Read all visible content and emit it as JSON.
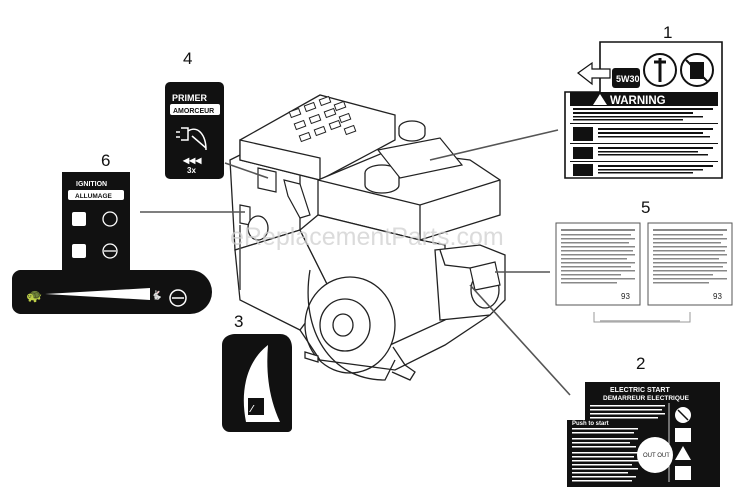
{
  "watermark": "eReplacementParts.com",
  "callouts": [
    {
      "id": "1",
      "label": "1"
    },
    {
      "id": "2",
      "label": "2"
    },
    {
      "id": "3",
      "label": "3"
    },
    {
      "id": "4",
      "label": "4"
    },
    {
      "id": "5",
      "label": "5"
    },
    {
      "id": "6",
      "label": "6"
    }
  ],
  "decal_primer": {
    "title": "PRIMER",
    "subtitle": "AMORCEUR",
    "count": "3x"
  },
  "decal_ignition": {
    "title": "IGNITION",
    "subtitle": "ALLUMAGE"
  },
  "decal_warning": {
    "title": "WARNING",
    "oil": "5W30"
  },
  "decal_start": {
    "title": "ELECTRIC START",
    "subtitle": "DEMARREUR ELECTRIQUE",
    "push": "Push to start",
    "button": "OUT OUT"
  },
  "decal_label": {
    "tag": "93"
  }
}
